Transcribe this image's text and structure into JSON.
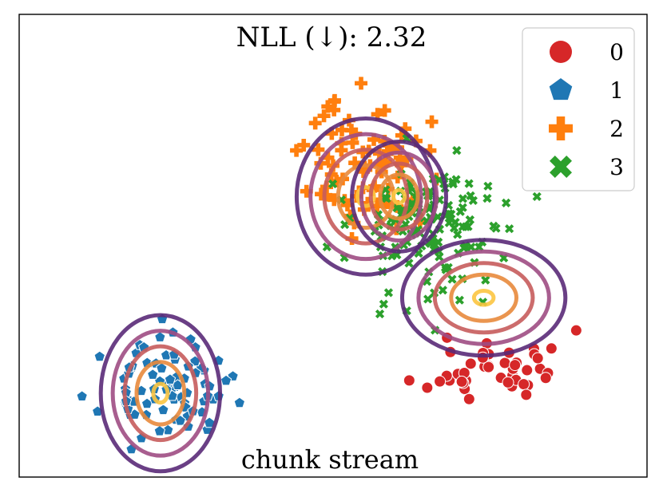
{
  "chart_data": {
    "type": "scatter",
    "title": "NLL (↓): 2.32",
    "caption": "chunk stream",
    "xlim": [
      -5,
      5
    ],
    "ylim": [
      -4,
      4
    ],
    "grid": false,
    "legend_placement": "top-right",
    "series": [
      {
        "name": "0",
        "marker": "circle",
        "color": "#d62728",
        "center": [
          2.6,
          -2.1
        ],
        "spread": [
          0.55,
          0.32
        ],
        "count": 45,
        "seed": 11
      },
      {
        "name": "1",
        "marker": "pentagon",
        "color": "#1f77b4",
        "center": [
          -2.7,
          -2.5
        ],
        "spread": [
          0.48,
          0.4
        ],
        "count": 85,
        "seed": 23
      },
      {
        "name": "2",
        "marker": "plus",
        "color": "#ff7f0e",
        "center": [
          0.55,
          1.4
        ],
        "spread": [
          0.48,
          0.58
        ],
        "count": 80,
        "seed": 37
      },
      {
        "name": "3",
        "marker": "x",
        "color": "#2ca02c",
        "center": [
          1.55,
          0.3
        ],
        "spread": [
          0.62,
          0.62
        ],
        "count": 150,
        "seed": 53
      }
    ],
    "gaussians": [
      {
        "center": [
          -2.75,
          -2.55
        ],
        "radii": [
          0.95,
          1.35
        ]
      },
      {
        "center": [
          0.52,
          0.85
        ],
        "radii": [
          1.1,
          1.35
        ]
      },
      {
        "center": [
          1.05,
          0.85
        ],
        "radii": [
          0.75,
          0.95
        ]
      },
      {
        "center": [
          2.4,
          -0.9
        ],
        "radii": [
          1.3,
          1.0
        ]
      }
    ],
    "contour_levels": [
      {
        "scale": 0.12,
        "color": "#fcc541"
      },
      {
        "scale": 0.4,
        "color": "#e88a3c"
      },
      {
        "scale": 0.6,
        "color": "#c75c5c"
      },
      {
        "scale": 0.8,
        "color": "#9e4d83"
      },
      {
        "scale": 1.0,
        "color": "#5a2a78"
      }
    ]
  }
}
